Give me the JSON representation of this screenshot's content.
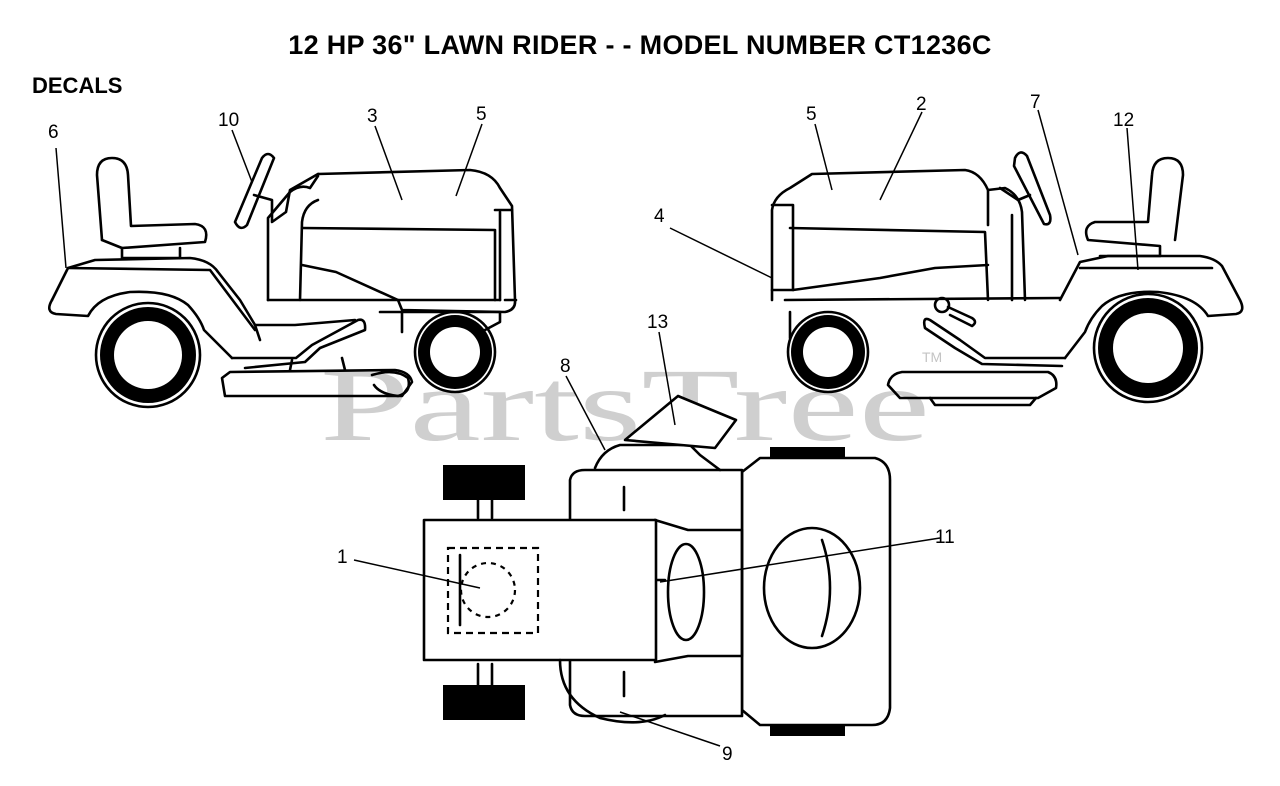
{
  "header": {
    "title": "12 HP 36\" LAWN RIDER - - MODEL NUMBER CT1236C",
    "section": "DECALS"
  },
  "watermark": {
    "text": "PartsTree",
    "trademark": "TM",
    "color": "#cfcfcf"
  },
  "callouts": {
    "c1": "1",
    "c2": "2",
    "c3": "3",
    "c4": "4",
    "c5a": "5",
    "c5b": "5",
    "c6": "6",
    "c7": "7",
    "c8": "8",
    "c9": "9",
    "c10": "10",
    "c11": "11",
    "c12": "12",
    "c13": "13"
  },
  "views": [
    "left-side-view",
    "right-side-view",
    "top-view"
  ],
  "colors": {
    "line": "#000000",
    "background": "#ffffff"
  }
}
